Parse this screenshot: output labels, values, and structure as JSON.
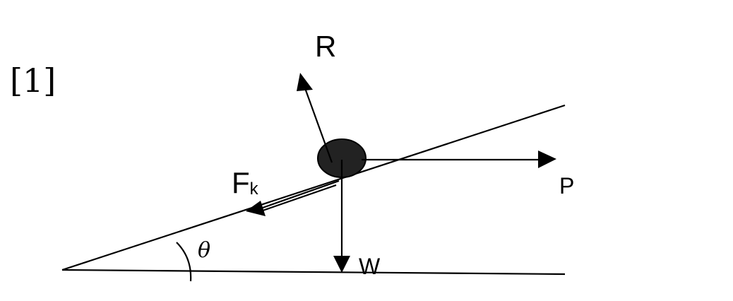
{
  "question_number": "[1]",
  "forces": {
    "normal_reaction": "R",
    "applied_force": "P",
    "weight": "W",
    "friction_main": "F",
    "friction_subscript": "k"
  },
  "angle": "θ",
  "colors": {
    "ink": "#000000",
    "mass_fill": "#222222"
  }
}
